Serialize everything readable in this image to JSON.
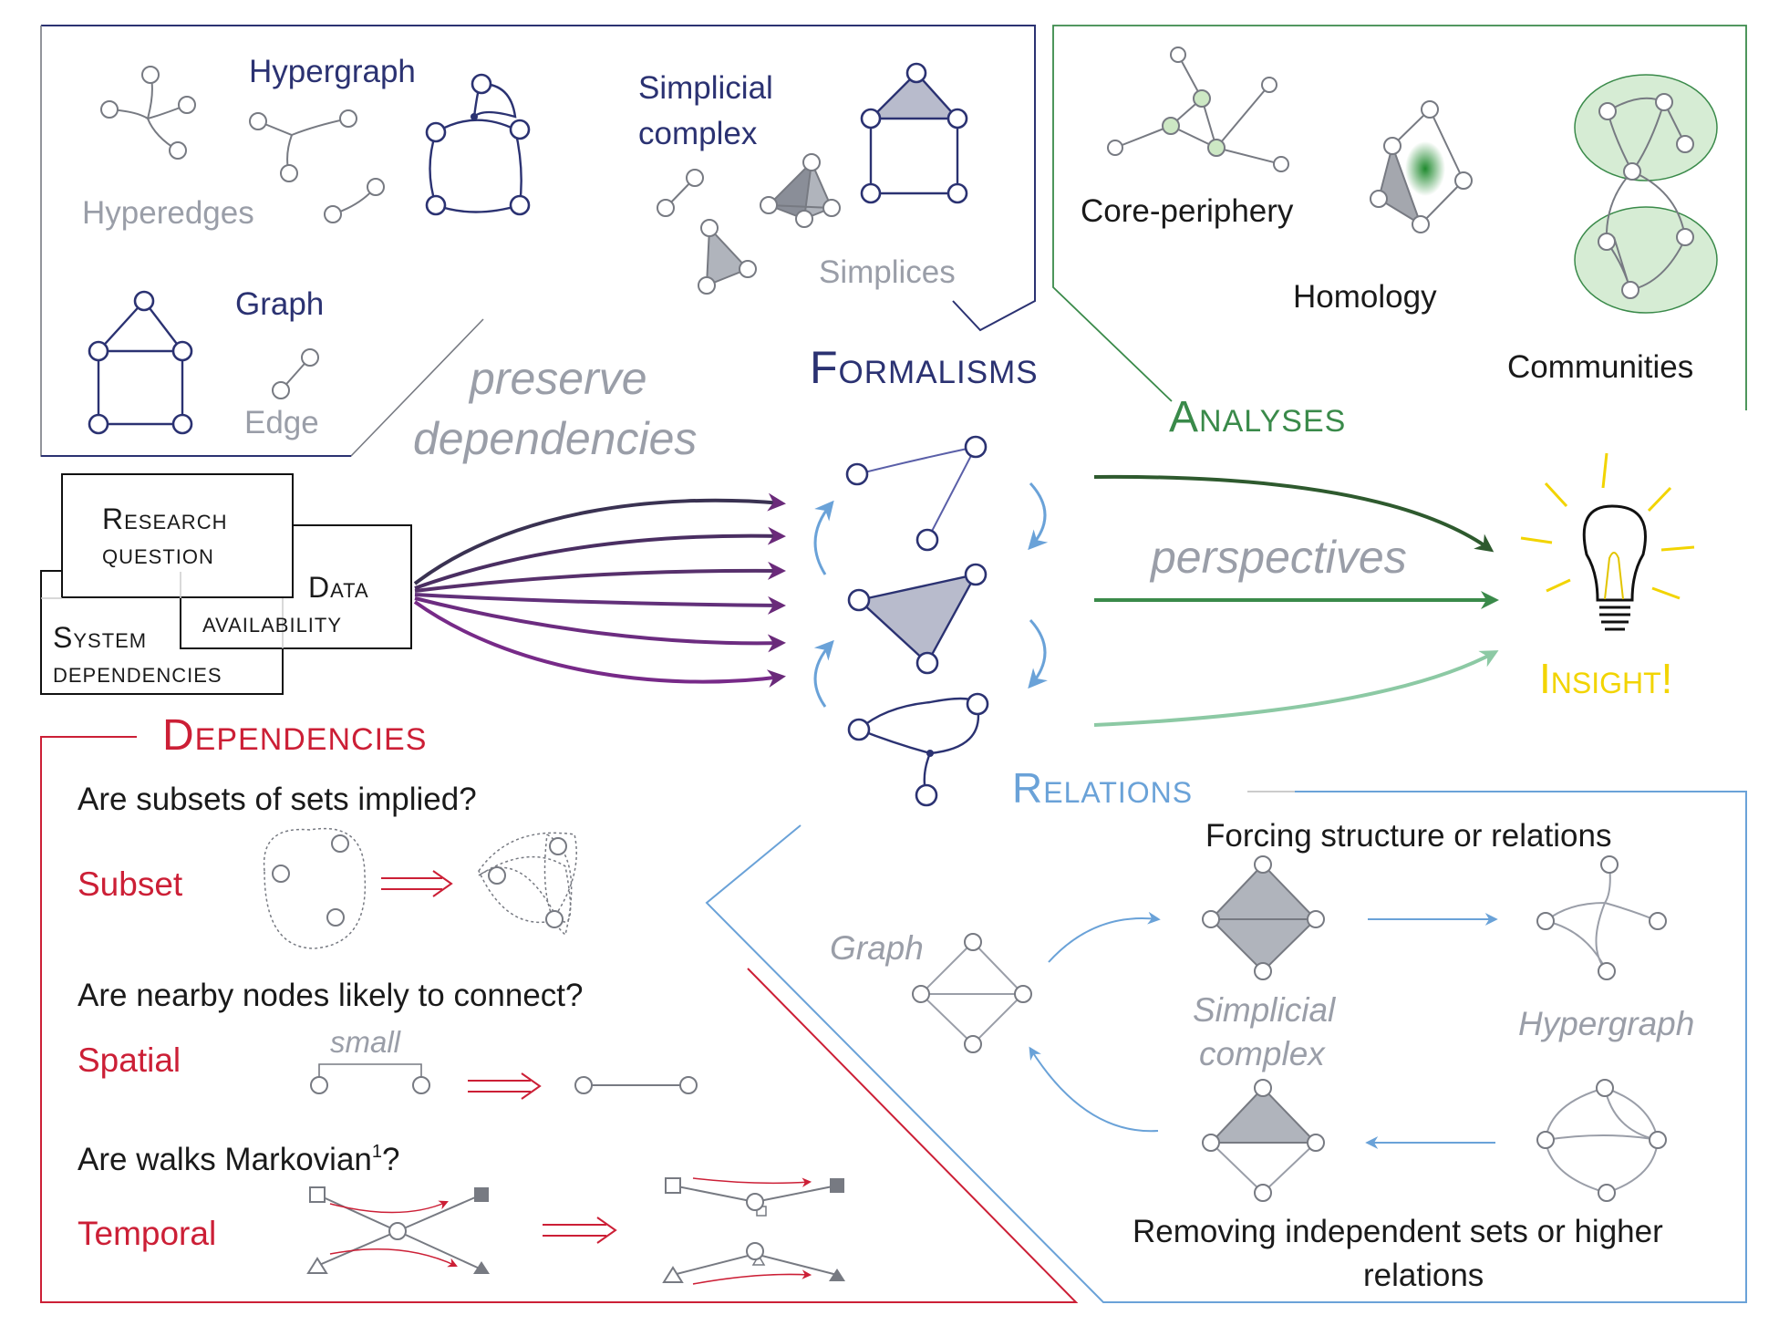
{
  "formalisms_panel": {
    "hypergraph": "Hypergraph",
    "hyperedges": "Hyperedges",
    "simplicial_complex_line1": "Simplicial",
    "simplicial_complex_line2": "complex",
    "simplices": "Simplices",
    "graph": "Graph",
    "edge": "Edge"
  },
  "analyses_panel": {
    "core_periphery": "Core-periphery",
    "homology": "Homology",
    "communities": "Communities"
  },
  "center": {
    "preserve_line1": "preserve",
    "preserve_line2": "dependencies",
    "formalisms_title": "Formalisms",
    "analyses_title": "Analyses",
    "perspectives": "perspectives",
    "insight": "Insight!",
    "relations_title": "Relations"
  },
  "inputs": {
    "research_line1": "Research",
    "research_line2": "question",
    "data_line1": "Data",
    "data_line2": "availability",
    "system_line1": "System",
    "system_line2": "dependencies"
  },
  "dependencies_panel": {
    "title": "Dependencies",
    "q_subset": "Are subsets of sets implied?",
    "subset": "Subset",
    "q_spatial": "Are nearby nodes likely to connect?",
    "spatial": "Spatial",
    "small": "small",
    "q_temporal": "Are walks Markovian",
    "q_temporal_sup": "1",
    "q_temporal_end": "?",
    "temporal": "Temporal"
  },
  "relations_panel": {
    "forcing": "Forcing structure or relations",
    "graph": "Graph",
    "simplicial_line1": "Simplicial",
    "simplicial_line2": "complex",
    "hypergraph": "Hypergraph",
    "removing_line1": "Removing independent sets or higher",
    "removing_line2": "relations"
  },
  "colors": {
    "navy": "#2b3272",
    "analyses_green": "#3a8a4a",
    "dependencies_red": "#cc1f36",
    "relations_blue": "#6aa2d8",
    "insight_gold": "#f2d400"
  }
}
